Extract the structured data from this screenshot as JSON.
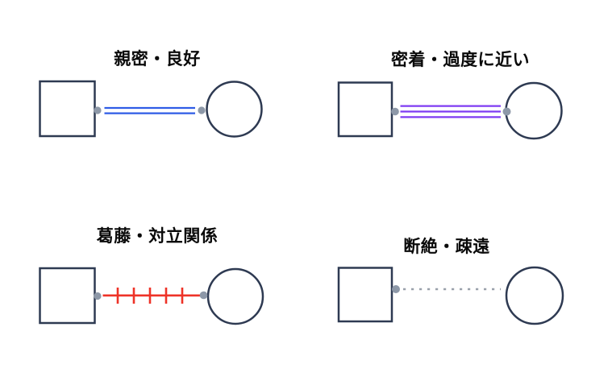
{
  "legend": {
    "panels": [
      {
        "label": "親密・良好",
        "line_style": "double-solid-line",
        "line_color": "#2f5ce6"
      },
      {
        "label": "密着・過度に近い",
        "line_style": "triple-solid-line",
        "line_color": "#7e3bf2"
      },
      {
        "label": "葛藤・対立関係",
        "line_style": "crosshatched-line",
        "line_color": "#ee3328"
      },
      {
        "label": "断絶・疎遠",
        "line_style": "dotted-line",
        "line_color": "#9aa1ab"
      }
    ]
  },
  "colors": {
    "shape_border": "#2e3a52",
    "connector_dot": "#8d98a8",
    "background": "#ffffff",
    "label_text": "#0a0a0a"
  }
}
